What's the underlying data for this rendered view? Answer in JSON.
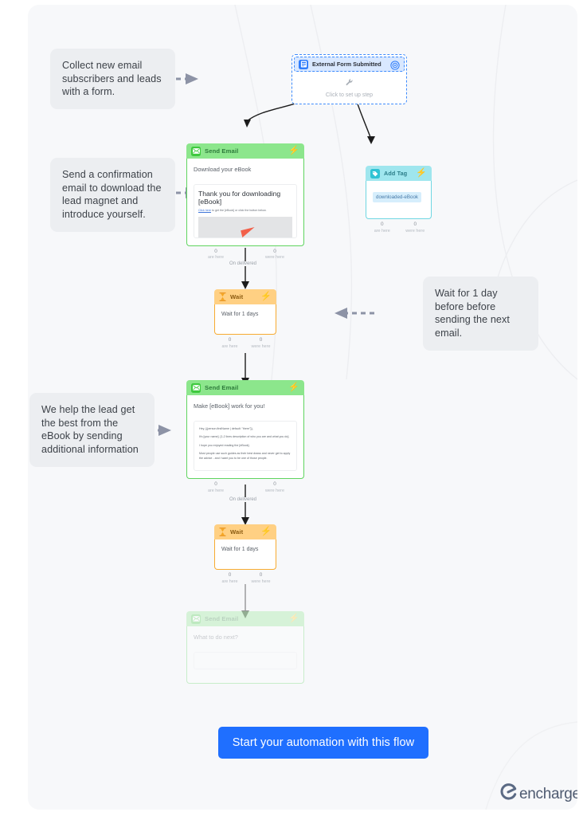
{
  "callouts": [
    {
      "id": "collect-leads",
      "text": "Collect new email subscribers and leads with a form."
    },
    {
      "id": "confirmation",
      "text": "Send a confirmation email to download the lead magnet and introduce yourself."
    },
    {
      "id": "wait-one-day",
      "text": "Wait for 1 day before before sending the next email."
    },
    {
      "id": "additional-info",
      "text": "We help the lead get the best from the eBook by sending additional information"
    }
  ],
  "trigger": {
    "title": "External Form Submitted",
    "placeholder": "Click to set up step",
    "icon": "form-icon",
    "settings_icon": "target-icon"
  },
  "email1": {
    "title": "Send Email",
    "icon": "envelope-icon",
    "bolt": "bolt-icon",
    "subject": "Download your eBook",
    "heading": "Thank you for downloading [eBook]",
    "link_text": "Click here",
    "body_rest": "to get the [eBook] or click the button below.",
    "stats": [
      {
        "num": "0",
        "label": "are here"
      },
      {
        "num": "0",
        "label": "were here"
      }
    ]
  },
  "tag": {
    "title": "Add Tag",
    "icon": "tag-icon",
    "bolt": "bolt-icon",
    "tag_value": "downloaded-eBook",
    "stats": [
      {
        "num": "0",
        "label": "are here"
      },
      {
        "num": "0",
        "label": "were here"
      }
    ]
  },
  "wait1": {
    "title": "Wait",
    "icon": "hourglass-icon",
    "bolt": "bolt-icon",
    "text": "Wait for 1 days",
    "stats": [
      {
        "num": "0",
        "label": "are here"
      },
      {
        "num": "0",
        "label": "were here"
      }
    ]
  },
  "email2": {
    "title": "Send Email",
    "icon": "envelope-icon",
    "bolt": "bolt-icon",
    "subject": "Make [eBook] work for you!",
    "p1": "Hey, {{person.firstName | default: \"there\"}},",
    "p2": "It's [your name]. [1-2 lines description of who you are and what you do].",
    "p3": "I hope you enjoyed reading the [eBook].",
    "p4": "Most people use such guides as their best draws and never get to apply the advice - and I want you to be one of those people.",
    "stats": [
      {
        "num": "0",
        "label": "are here"
      },
      {
        "num": "0",
        "label": "were here"
      }
    ]
  },
  "wait2": {
    "title": "Wait",
    "icon": "hourglass-icon",
    "bolt": "bolt-icon",
    "text": "Wait for 1 days",
    "stats": [
      {
        "num": "0",
        "label": "are here"
      },
      {
        "num": "0",
        "label": "were here"
      }
    ]
  },
  "email3": {
    "title": "Send Email",
    "icon": "envelope-icon",
    "bolt": "bolt-icon",
    "subject": "What to do next?"
  },
  "edge_labels": {
    "on_delivered_1": "On delivered",
    "on_delivered_2": "On delivered"
  },
  "cta": {
    "label": "Start your automation with this flow"
  },
  "brand": {
    "name": "encharge",
    "mark": "encharge-logo-icon"
  },
  "colors": {
    "accent_blue": "#1f6fff",
    "email_green": "#8ce68c",
    "tag_cyan": "#9fe6ee",
    "wait_orange": "#ffd083",
    "canvas": "#f7f8fa",
    "callout": "#eceef1"
  }
}
